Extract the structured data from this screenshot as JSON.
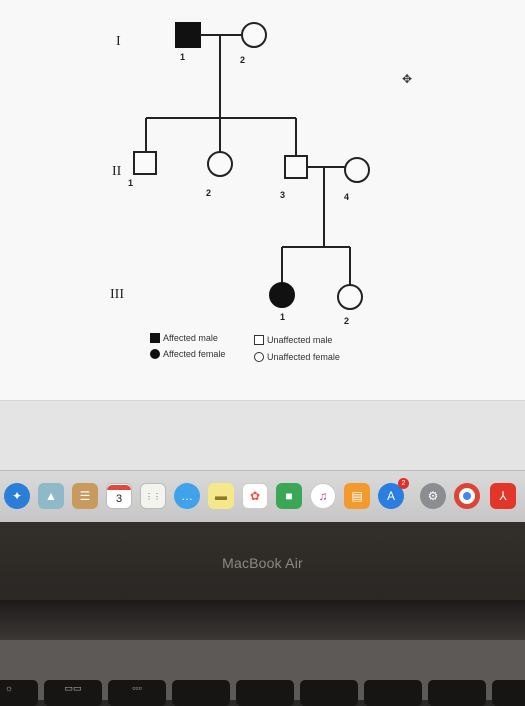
{
  "pedigree": {
    "generations": [
      "I",
      "II",
      "III"
    ],
    "gen1": [
      {
        "id": "1",
        "sex": "male",
        "affected": true
      },
      {
        "id": "2",
        "sex": "female",
        "affected": false
      }
    ],
    "gen2": [
      {
        "id": "1",
        "sex": "male",
        "affected": false
      },
      {
        "id": "2",
        "sex": "female",
        "affected": false
      },
      {
        "id": "3",
        "sex": "male",
        "affected": false
      },
      {
        "id": "4",
        "sex": "female",
        "affected": false
      }
    ],
    "gen3": [
      {
        "id": "1",
        "sex": "female",
        "affected": true
      },
      {
        "id": "2",
        "sex": "female",
        "affected": false
      }
    ]
  },
  "legend": {
    "affected_male": "Affected male",
    "affected_female": "Affected female",
    "unaffected_male": "Unaffected male",
    "unaffected_female": "Unaffected female"
  },
  "dock": {
    "calendar_day": "3",
    "appstore_badge": "2",
    "icons": [
      "safari-icon",
      "preview-icon",
      "contacts-icon",
      "calendar-icon",
      "notes-icon",
      "messages-icon",
      "stickies-icon",
      "photos-icon",
      "facetime-icon",
      "itunes-icon",
      "ibooks-icon",
      "app-store-icon",
      "system-preferences-icon",
      "chrome-icon",
      "acrobat-icon"
    ]
  },
  "laptop": {
    "brand": "MacBook Air"
  },
  "keyboard": {
    "keys": [
      "",
      "",
      "",
      "",
      "",
      "",
      "",
      "",
      ""
    ]
  },
  "colors": {
    "affected": "#111111",
    "screen": "#f7f8f7",
    "bezel": "#2c2926"
  }
}
